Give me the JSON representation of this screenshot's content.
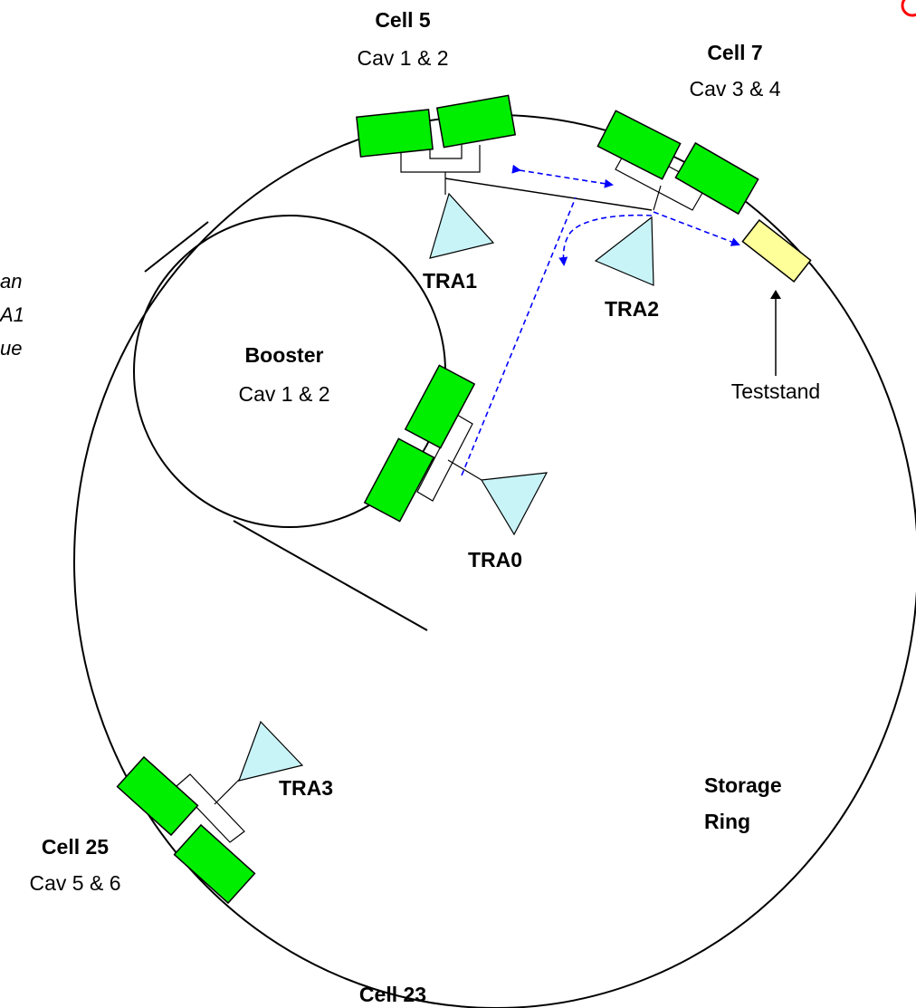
{
  "labels": {
    "cell5": "Cell 5",
    "cell5_cav": "Cav 1 & 2",
    "cell7": "Cell 7",
    "cell7_cav": "Cav 3 & 4",
    "booster": "Booster",
    "booster_cav": "Cav 1 & 2",
    "teststand": "Teststand",
    "tra0": "TRA0",
    "tra1": "TRA1",
    "tra2": "TRA2",
    "tra3": "TRA3",
    "storage_line1": "Storage",
    "storage_line2": "Ring",
    "cell25": "Cell 25",
    "cell25_cav": "Cav 5 & 6",
    "cell23": "Cell 23"
  },
  "side_note": [
    "an",
    "A1",
    "ue"
  ],
  "colors": {
    "cavity": "#00ee00",
    "transmitter": "#c8f4f8",
    "teststand": "#ffff99",
    "rf_path": "#0000ff",
    "ring": "#000000",
    "corner_mark": "#ff0000"
  }
}
